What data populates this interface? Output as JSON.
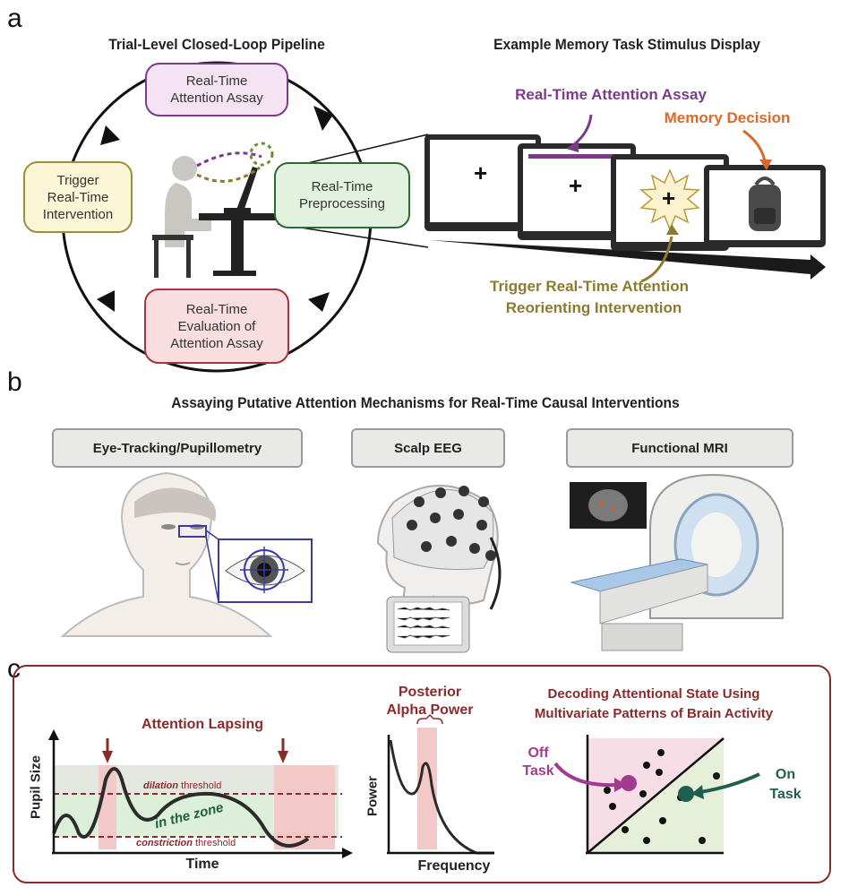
{
  "panel_a": {
    "letter": "a",
    "pipeline_title": "Trial-Level Closed-Loop Pipeline",
    "nodes": {
      "assay": "Real-Time\nAttention Assay",
      "preprocessing": "Real-Time\nPreprocessing",
      "evaluation": "Real-Time\nEvaluation of\nAttention Assay",
      "trigger": "Trigger\nReal-Time\nIntervention"
    },
    "node_colors": {
      "assay": {
        "fill": "#f4e4f1",
        "stroke": "#7b3a8c"
      },
      "preprocessing": {
        "fill": "#e3f1df",
        "stroke": "#2e6a35"
      },
      "evaluation": {
        "fill": "#f8dede",
        "stroke": "#a6343a"
      },
      "trigger": {
        "fill": "#faf6d6",
        "stroke": "#9c8f3a"
      }
    },
    "display_title": "Example Memory Task Stimulus Display",
    "annotations": {
      "assay": "Real-Time Attention Assay",
      "decision": "Memory Decision",
      "trigger_line1": "Trigger Real-Time Attention",
      "trigger_line2": "Reorienting Intervention"
    },
    "annotation_colors": {
      "assay": "#7b3a8c",
      "decision": "#d96a2b",
      "trigger": "#8c7a2e"
    },
    "screens": [
      "+",
      "+",
      "+"
    ]
  },
  "panel_b": {
    "letter": "b",
    "title": "Assaying Putative Attention Mechanisms for Real-Time Causal Interventions",
    "methods": [
      "Eye-Tracking/Pupillometry",
      "Scalp EEG",
      "Functional MRI"
    ]
  },
  "panel_c": {
    "letter": "c",
    "pupil": {
      "title": "Attention Lapsing",
      "ylabel": "Pupil Size",
      "xlabel": "Time",
      "dilation_word": "dilation",
      "dilation_suffix": " threshold",
      "constriction_word": "constriction",
      "constriction_suffix": " threshold",
      "zone_label": "in the zone"
    },
    "alpha": {
      "title_line1": "Posterior",
      "title_line2": "Alpha Power",
      "ylabel": "Power",
      "xlabel": "Frequency"
    },
    "decoding": {
      "title_line1": "Decoding Attentional State Using",
      "title_line2": "Multivariate Patterns of Brain Activity",
      "off_line1": "Off",
      "off_line2": "Task",
      "on_line1": "On",
      "on_line2": "Task"
    },
    "colors": {
      "accent": "#8b2a2a",
      "off": "#a23b8f",
      "on": "#1f5f4f",
      "zone": "#dcefd8",
      "lapse": "#f2c9c6"
    }
  }
}
